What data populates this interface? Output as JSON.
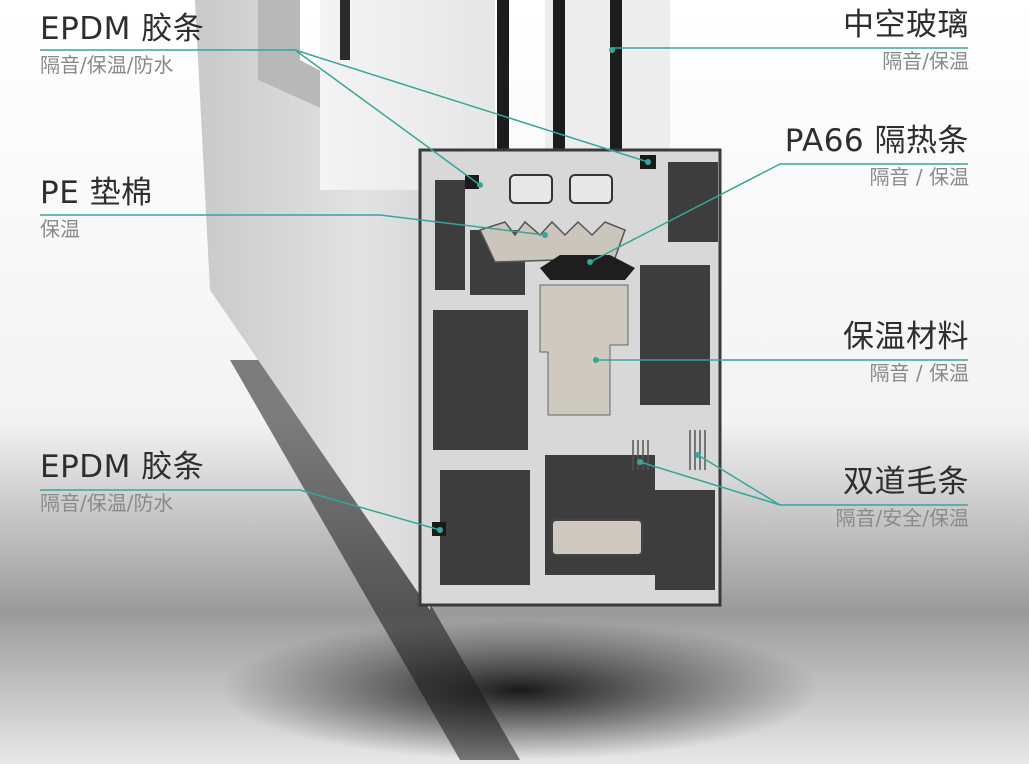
{
  "colors": {
    "leader": "#35a79a",
    "label_title": "#2e2e2e",
    "label_subtitle": "#8a8a8a"
  },
  "labels": [
    {
      "id": "epdm-top",
      "title": "EPDM 胶条",
      "subtitle": "隔音/保温/防水",
      "side": "left"
    },
    {
      "id": "pe-foam",
      "title": "PE 垫棉",
      "subtitle": "保温",
      "side": "left"
    },
    {
      "id": "epdm-bottom",
      "title": "EPDM 胶条",
      "subtitle": "隔音/保温/防水",
      "side": "left"
    },
    {
      "id": "hollow-glass",
      "title": "中空玻璃",
      "subtitle": "隔音/保温",
      "side": "right"
    },
    {
      "id": "pa66-strip",
      "title": "PA66 隔热条",
      "subtitle": "隔音 / 保温",
      "side": "right"
    },
    {
      "id": "insulation",
      "title": "保温材料",
      "subtitle": "隔音 / 保温",
      "side": "right"
    },
    {
      "id": "double-brush",
      "title": "双道毛条",
      "subtitle": "隔音/安全/保温",
      "side": "right"
    }
  ]
}
